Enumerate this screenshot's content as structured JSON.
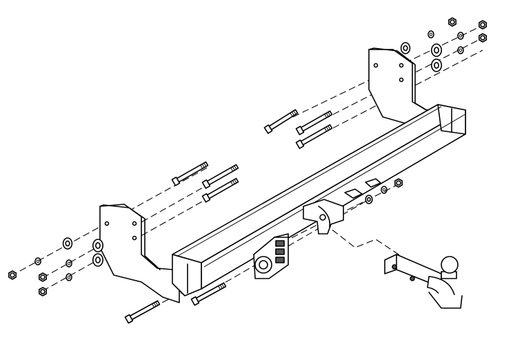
{
  "drawing": {
    "subject": "tow-bar-hitch-exploded-assembly",
    "line_color": "#000000",
    "background": "#ffffff"
  },
  "parts": {
    "left_bolts": [
      "bolt",
      "bolt",
      "bolt"
    ],
    "right_bolts": [
      "bolt",
      "bolt",
      "bolt"
    ],
    "bottom_bolts": [
      "bolt",
      "bolt"
    ],
    "left_nuts": [
      "nut",
      "nut",
      "nut"
    ],
    "right_nuts": [
      "nut",
      "nut",
      "nut"
    ],
    "ball_mount_nuts": [
      "nut",
      "nut"
    ]
  }
}
